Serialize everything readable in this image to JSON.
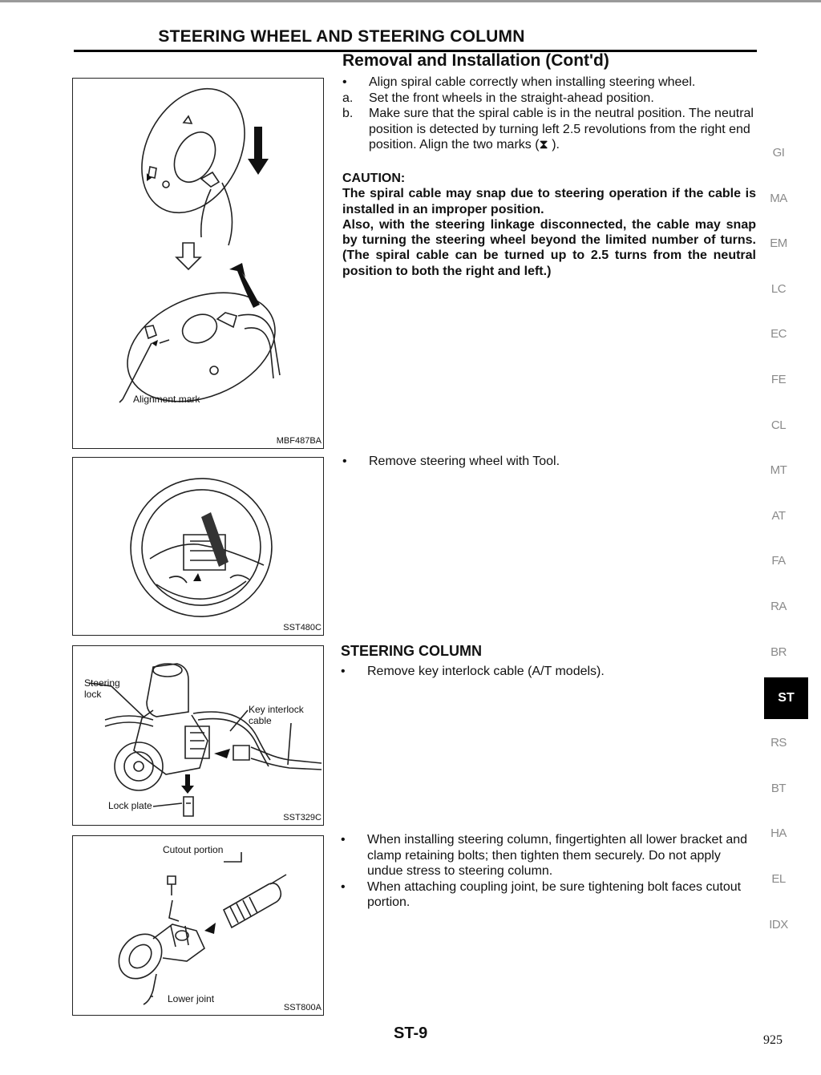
{
  "header": {
    "page_title": "STEERING WHEEL AND STEERING COLUMN",
    "section_title": "Removal and Installation (Cont'd)"
  },
  "figures": [
    {
      "code": "MBF487BA",
      "labels": [
        "Alignment mark"
      ]
    },
    {
      "code": "SST480C",
      "labels": []
    },
    {
      "code": "SST329C",
      "labels": [
        "Steering lock",
        "Key interlock cable",
        "Lock plate"
      ]
    },
    {
      "code": "SST800A",
      "labels": [
        "Cutout portion",
        "Lower joint"
      ]
    }
  ],
  "spiral_cable": {
    "items": [
      {
        "marker": "•",
        "text": "Align spiral cable correctly when installing steering wheel."
      },
      {
        "marker": "a.",
        "text": "Set the front wheels in the straight-ahead position."
      },
      {
        "marker": "b.",
        "text": "Make sure that the spiral cable is in the neutral position. The neutral position is detected by turning left 2.5 revolutions from the right end position. Align the two marks (⧗ )."
      }
    ]
  },
  "caution": {
    "heading": "CAUTION:",
    "paragraphs": [
      "The spiral cable may snap due to steering operation if the cable is installed in an improper position.",
      "Also, with the steering linkage disconnected, the cable may snap by turning the steering wheel beyond the limited number of turns. (The spiral cable can be turned up to 2.5 turns from the neutral position to both the right and left.)"
    ]
  },
  "steering_wheel": {
    "items": [
      {
        "marker": "•",
        "text": "Remove steering wheel with Tool."
      }
    ]
  },
  "steering_column": {
    "title": "STEERING COLUMN",
    "items": [
      {
        "marker": "•",
        "text": "Remove key interlock cable (A/T models)."
      }
    ]
  },
  "installation": {
    "items": [
      {
        "marker": "•",
        "text": "When installing steering column, fingertighten all lower bracket and clamp retaining bolts; then tighten them securely. Do not apply undue stress to steering column."
      },
      {
        "marker": "•",
        "text": "When attaching coupling joint, be sure tightening bolt faces cutout portion."
      }
    ]
  },
  "side_tabs": [
    "GI",
    "MA",
    "EM",
    "LC",
    "EC",
    "FE",
    "CL",
    "MT",
    "AT",
    "FA",
    "RA",
    "BR",
    "ST",
    "RS",
    "BT",
    "HA",
    "EL",
    "IDX"
  ],
  "active_tab": "ST",
  "footer": {
    "page_number": "ST-9",
    "sheet_number": "925"
  }
}
